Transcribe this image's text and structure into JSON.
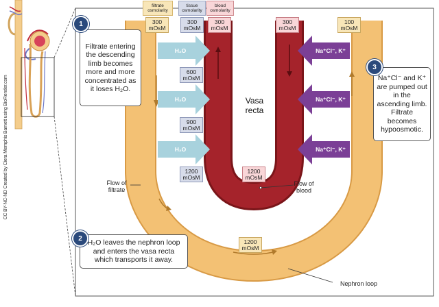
{
  "credit": "CC BY-NC-ND Created by Ciera Memphis Barnett using BioRender.com",
  "key": {
    "filtrate": "filtrate osmolarity",
    "tissue": "tissue osmolarity",
    "blood": "blood osmolarity"
  },
  "concentrations": {
    "filtrate_top_left": "300 mOsM",
    "tissue_top": "300 mOsM",
    "blood_top_left": "300 mOsM",
    "blood_top_right": "300 mOsM",
    "filtrate_top_right": "100 mOsM",
    "tissue_600": "600 mOsM",
    "tissue_900": "900 mOsM",
    "tissue_1200": "1200 mOsM",
    "blood_bottom": "1200 mOsM",
    "filtrate_bottom": "1200 mOsM"
  },
  "transport": {
    "water": "H₂O",
    "ions": "Na⁺Cl⁻, K⁺"
  },
  "steps": [
    {
      "number": "1",
      "text": "Filtrate entering the descending limb becomes more and more concentrated as it loses H₂O."
    },
    {
      "number": "2",
      "text": "H₂O leaves the nephron loop and enters the vasa recta which transports it away."
    },
    {
      "number": "3",
      "text": "Na⁺Cl⁻ and K⁺ are pumped out in the ascending limb. Filtrate becomes hypoosmotic."
    }
  ],
  "labels": {
    "vasa_recta": "Vasa recta",
    "flow_filtrate": "Flow of filtrate",
    "flow_blood": "Flow of blood",
    "nephron_loop": "Nephron loop"
  },
  "colors": {
    "filtrate": "#f3c174",
    "filtrate_dark": "#d89a45",
    "blood": "#a5232b",
    "blood_dark": "#7a1519",
    "water_arrow": "#a8d2dd",
    "ion_arrow": "#7b3f96",
    "badge": "#2b4a7c"
  }
}
